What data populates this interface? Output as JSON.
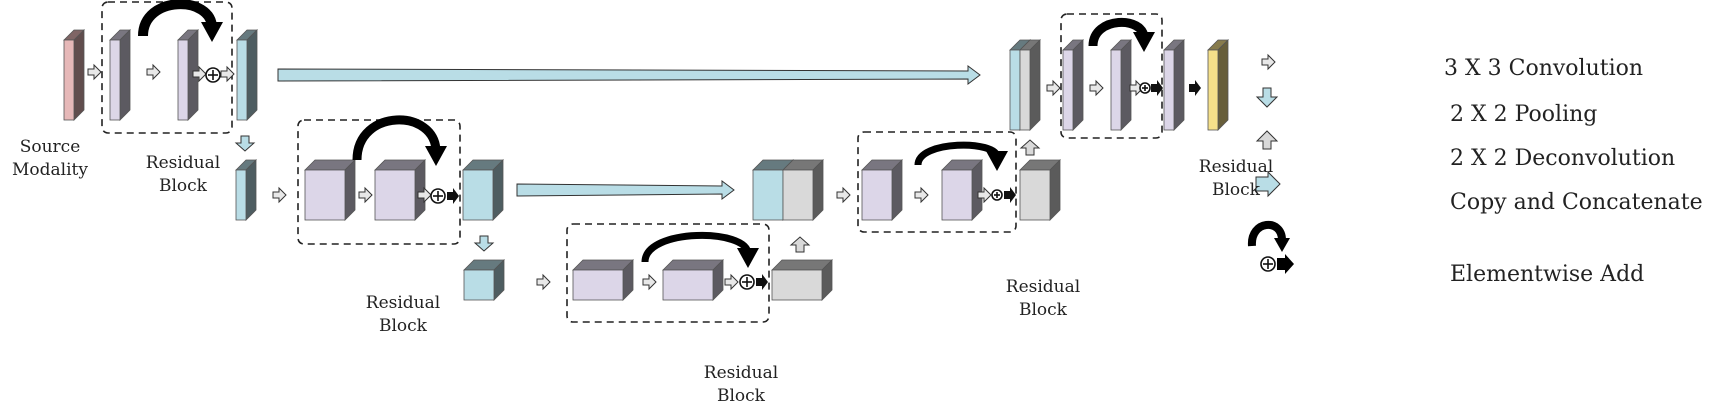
{
  "labels": {
    "source_modality": [
      "Source",
      "Modality"
    ],
    "residual_block": [
      "Residual",
      "Block"
    ]
  },
  "legend": {
    "conv": "3 X 3 Convolution",
    "pool": "2 X 2 Pooling",
    "deconv": "2 X 2 Deconvolution",
    "copy": "Copy and Concatenate",
    "add": "Elementwise Add"
  },
  "colors": {
    "source": "#e6b8b8",
    "conv_block": "#dcd6e8",
    "pool_block": "#b9dde6",
    "deconv_block": "#d9d9d9",
    "output": "#f5e08a",
    "copy_arrow": "#b9dde6",
    "add_arrow": "#111111"
  }
}
